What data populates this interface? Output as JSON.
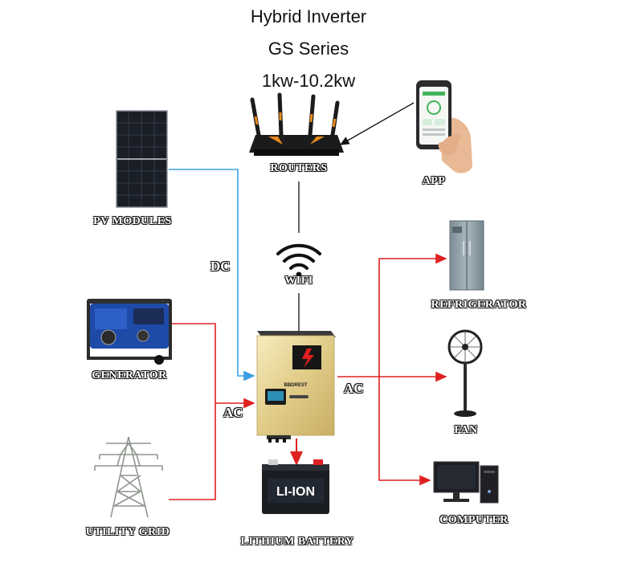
{
  "header": {
    "line1": "Hybrid Inverter",
    "line2": "GS Series",
    "line3": "1kw-10.2kw"
  },
  "labels": {
    "routers": "ROUTERS",
    "app": "APP",
    "pv_modules": "PV MODULES",
    "wifi": "WIFI",
    "refrigerator": "REFRIGERATOR",
    "generator": "GENERATOR",
    "fan": "FAN",
    "utility_grid": "UTILITY GRID",
    "computer": "COMPUTER",
    "lithium_battery": "LITHIUM BATTERY"
  },
  "connections": {
    "dc": "DC",
    "ac_in": "AC",
    "ac_out": "AC"
  },
  "device_text": {
    "inverter_brand": "BBDREST",
    "battery_text": "LI-ION"
  },
  "colors": {
    "dc_line": "#3aa0e0",
    "ac_line": "#e02020",
    "wifi_line": "#111111"
  }
}
